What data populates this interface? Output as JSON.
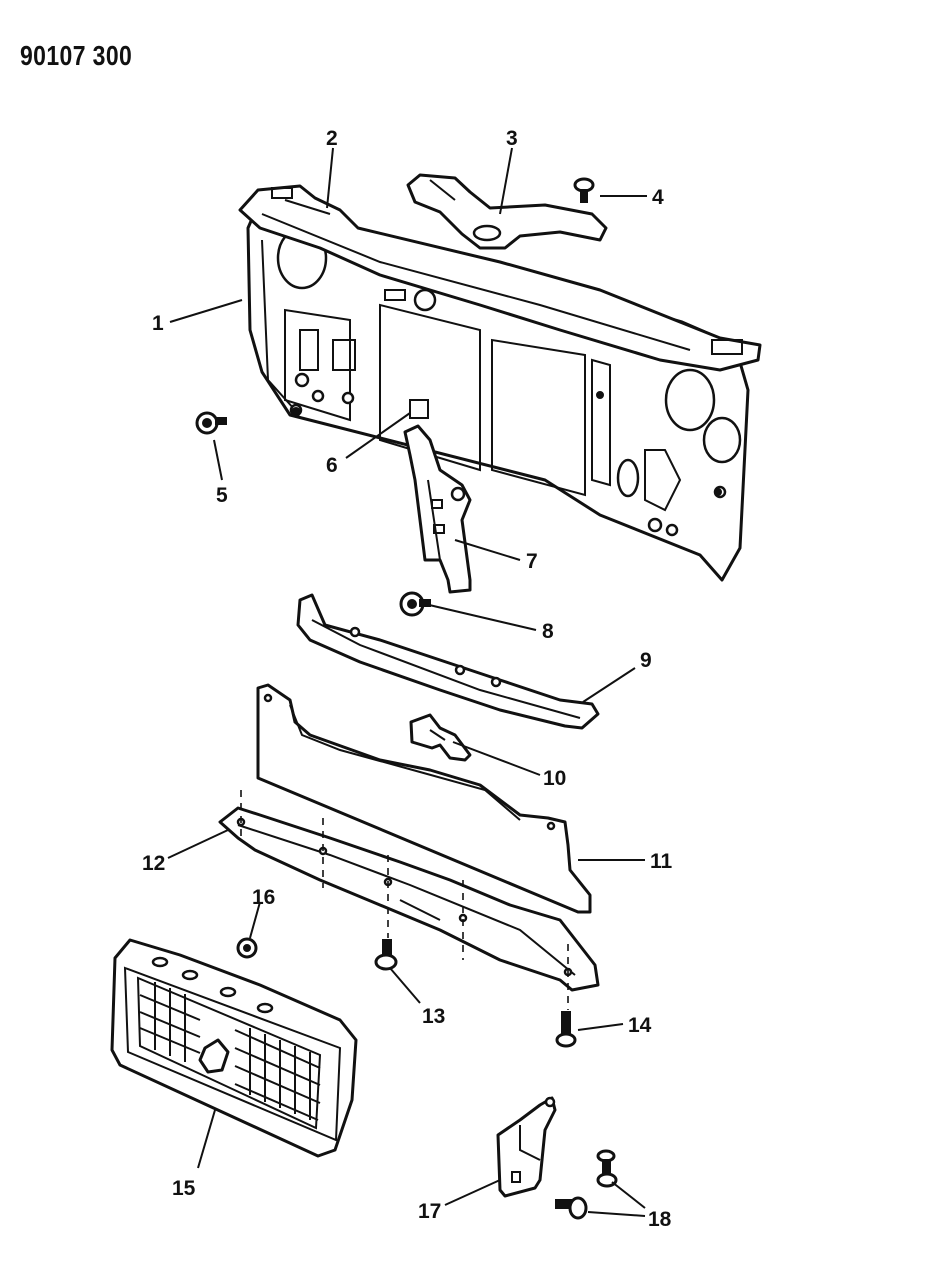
{
  "document": {
    "id": "90107 300"
  },
  "callouts": [
    {
      "num": "1"
    },
    {
      "num": "2"
    },
    {
      "num": "3"
    },
    {
      "num": "4"
    },
    {
      "num": "5"
    },
    {
      "num": "6"
    },
    {
      "num": "7"
    },
    {
      "num": "8"
    },
    {
      "num": "9"
    },
    {
      "num": "10"
    },
    {
      "num": "11"
    },
    {
      "num": "12"
    },
    {
      "num": "13"
    },
    {
      "num": "14"
    },
    {
      "num": "15"
    },
    {
      "num": "16"
    },
    {
      "num": "17"
    },
    {
      "num": "18"
    }
  ]
}
